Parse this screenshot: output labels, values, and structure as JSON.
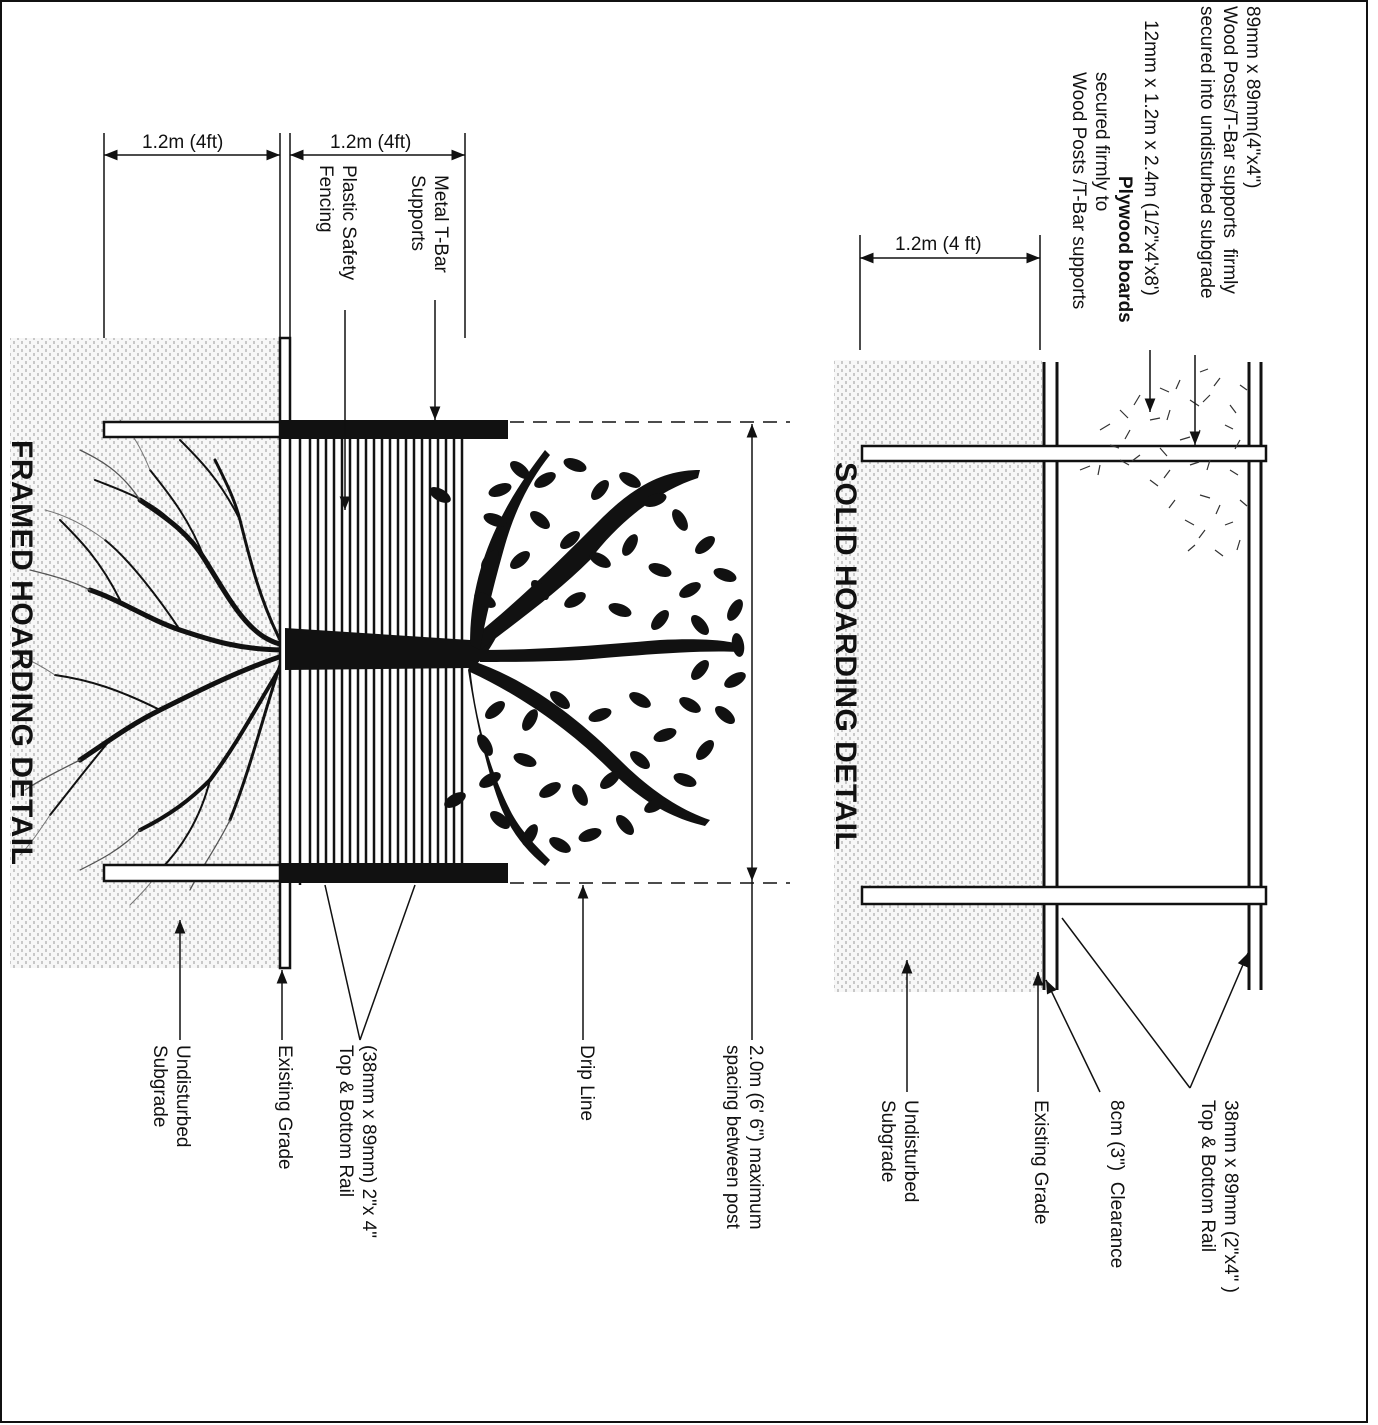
{
  "solid": {
    "title": "SOLID HOARDING DETAIL",
    "dim_width": "1.2m (4 ft)",
    "posts_label": "89mm x 89mm(4\"x4\")\nWood Posts/T-Bar supports  firmly\nsecured into undisturbed subgrade",
    "plywood_label_1": "12mm x 1.2m x 2.4m (1/2\"x4'x8')",
    "plywood_label_2": "Plywood boards",
    "plywood_label_3": "secured firmly to\nWood Posts /T-Bar supports",
    "rail_label": "38mm x 89mm (2\"x4\" )\nTop & Bottom Rail",
    "clearance_label": "8cm (3\")  Clearance",
    "grade_label": "Existing Grade",
    "subgrade_label": "Undisturbed\nSubgrade"
  },
  "framed": {
    "title": "FRAMED HOARDING DETAIL",
    "dim_width_1": "1.2m (4ft)",
    "dim_width_2": "1.2m (4ft)",
    "tbar_label": "Metal T-Bar\nSupports",
    "fencing_label": "Plastic Safety\nFencing",
    "spacing_label": "2.0m (6' 6\") maximum\nspacing between post",
    "dripline_label": "Drip Line",
    "rail_label": "(38mm x 89mm) 2\"x 4\"\nTop & Bottom Rail",
    "grade_label": "Existing Grade",
    "subgrade_label": "Undisturbed\nSubgrade"
  }
}
